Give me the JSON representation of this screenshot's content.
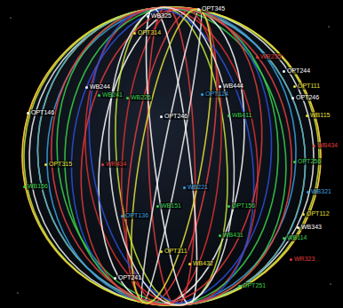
{
  "diagram": {
    "labels": [
      "WB325",
      "OPT345",
      "OPT314",
      "WR235",
      "OPT244",
      "OPT111",
      "OPT246",
      "WB115",
      "WB434",
      "OPT256",
      "WB321",
      "OPT112",
      "WB343",
      "WB114",
      "WR323",
      "OPT251",
      "WB244",
      "OPT146",
      "OPT315",
      "WB156",
      "WR434",
      "WB241",
      "WB226",
      "OPT246",
      "WB444",
      "OPT124",
      "WB411",
      "WB221",
      "WB151",
      "OPT156",
      "WB431",
      "OPT311",
      "WB432",
      "OPT241",
      "OPT136"
    ]
  }
}
